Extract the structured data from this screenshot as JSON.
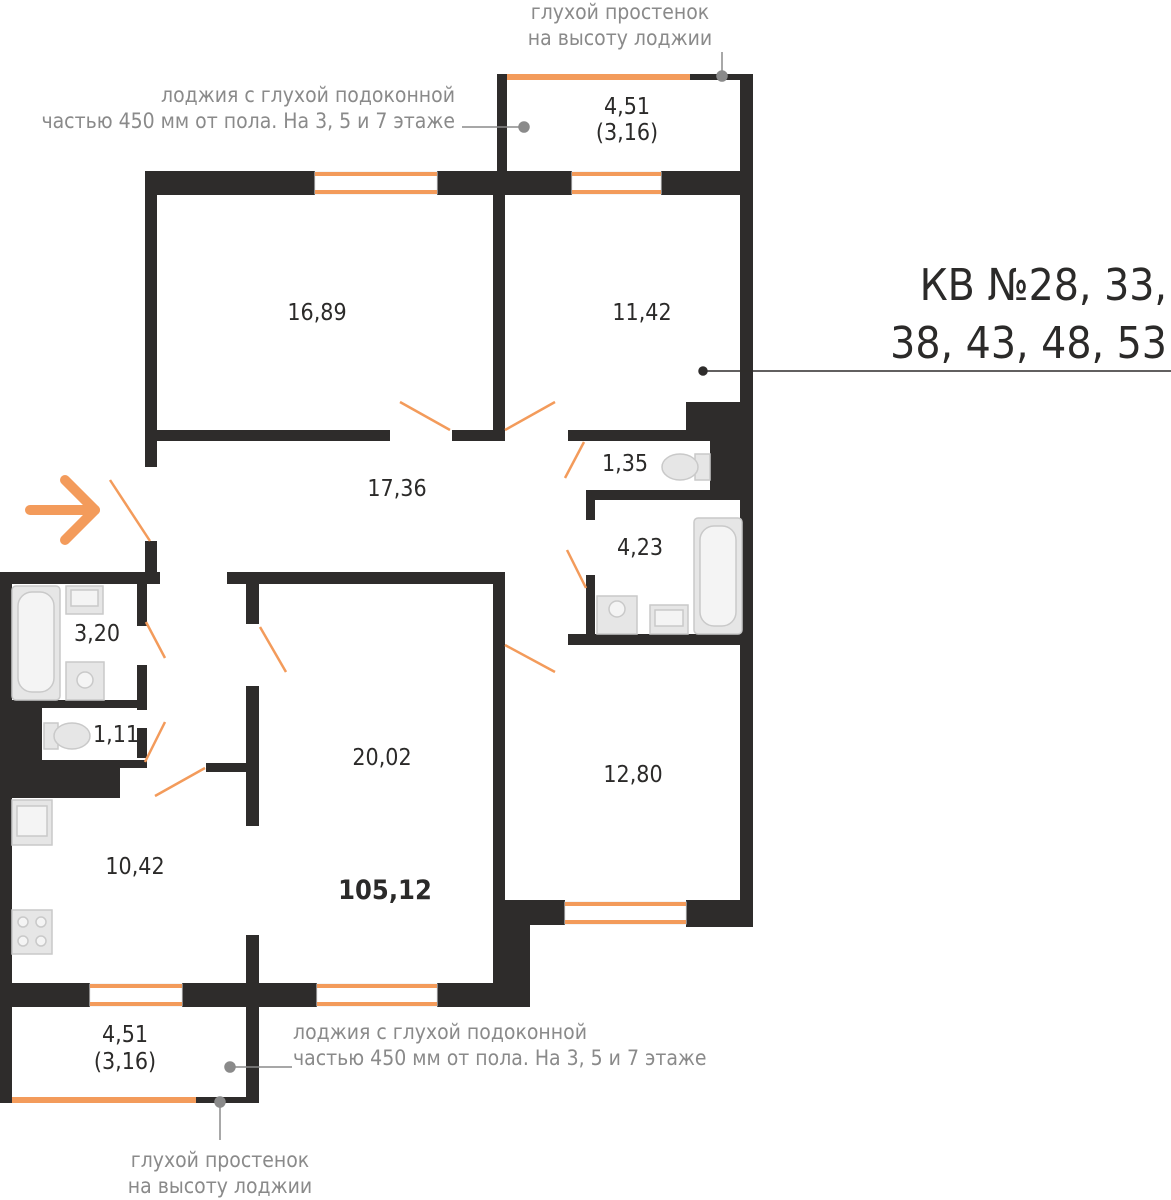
{
  "apartment": {
    "title_line1": "КВ №28, 33,",
    "title_line2": "38, 43, 48, 53",
    "total_area": "105,12"
  },
  "rooms": {
    "loggia_top_area": "4,51",
    "loggia_top_area_alt": "(3,16)",
    "bedroom_left": "16,89",
    "bedroom_right": "11,42",
    "hall": "17,36",
    "wc_small": "1,35",
    "bathroom_right": "4,23",
    "bathroom_left": "3,20",
    "wc_left": "1,11",
    "living_room": "20,02",
    "bedroom_bottom": "12,80",
    "kitchen": "10,42",
    "loggia_bottom_area": "4,51",
    "loggia_bottom_area_alt": "(3,16)"
  },
  "notes": {
    "top_wall_line1": "глухой простенок",
    "top_wall_line2": "на высоту лоджии",
    "top_loggia_line1": "лоджия с глухой подоконной",
    "top_loggia_line2": "частью 450 мм от пола. На 3, 5 и 7 этаже",
    "bottom_loggia_line1": "лоджия с глухой подоконной",
    "bottom_loggia_line2": "частью 450 мм от пола. На 3, 5 и 7 этаже",
    "bottom_wall_line1": "глухой простенок",
    "bottom_wall_line2": "на высоту лоджии"
  },
  "colors": {
    "wall": "#2e2c2b",
    "accent": "#f39b5b",
    "note": "#8a8a8a",
    "fixture": "#e6e6e6"
  }
}
